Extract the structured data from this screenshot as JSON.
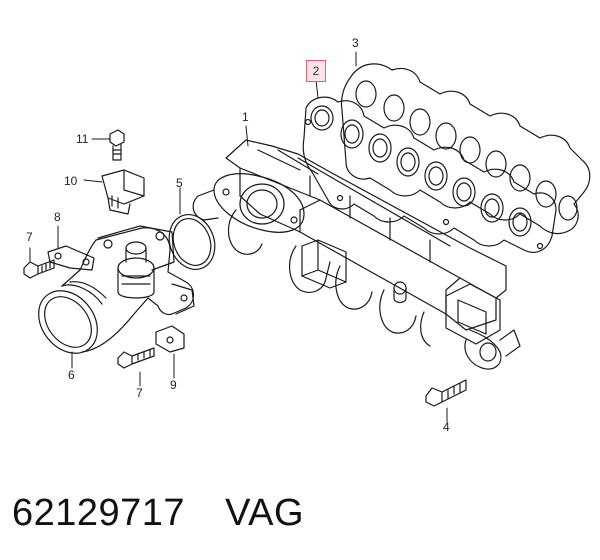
{
  "callouts": {
    "c1": "1",
    "c2": "2",
    "c3": "3",
    "c4": "4",
    "c5": "5",
    "c6": "6",
    "c7a": "7",
    "c7b": "7",
    "c8": "8",
    "c9": "9",
    "c10": "10",
    "c11": "11"
  },
  "caption": {
    "part_number": "62129717",
    "brand": "VAG"
  },
  "colors": {
    "line": "#1a1a1a",
    "highlight_border": "#e06070",
    "highlight_fill": "#fbe3e6"
  }
}
